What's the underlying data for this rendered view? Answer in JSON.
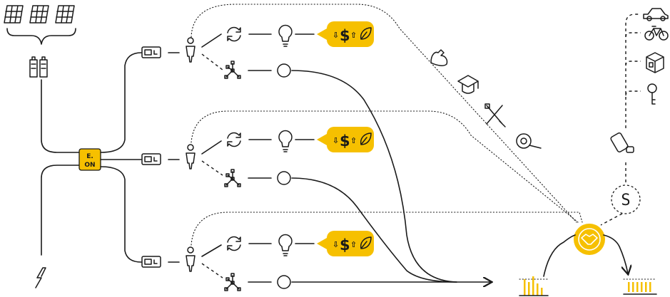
{
  "hub": {
    "logo_top": "E.",
    "logo_bottom": "ON"
  },
  "bubble": {
    "money_symbol": "$",
    "down_arrow": "⇩",
    "up_arrow": "⇧"
  },
  "service_badge": {
    "letter": "S"
  },
  "icons": [
    "solar-panel-icon",
    "battery-icon",
    "lightning-icon",
    "smart-meter-icon",
    "person-icon",
    "sync-arrows-icon",
    "light-bulb-icon",
    "network-icon",
    "circle-node-icon",
    "leaf-icon",
    "bicep-icon",
    "graduation-cap-icon",
    "tools-icon",
    "magnifier-icon",
    "car-icon",
    "bicycle-icon",
    "box-icon",
    "key-icon",
    "phone-icon",
    "handshake-icon",
    "bar-chart-icon"
  ],
  "colors": {
    "accent": "#f6c000",
    "line": "#1a1a1a",
    "background": "#ffffff"
  }
}
